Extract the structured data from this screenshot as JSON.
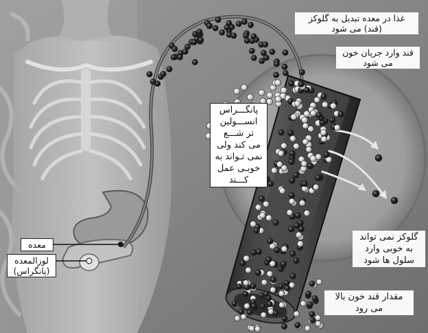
{
  "labels": {
    "stomach_to_glucose": "غذا در معده تبدیل به گلوکز\n(قند) می شود",
    "sugar_enters_blood": "قند وارد جریان خون\nمی شود",
    "pancreas_insulin": "پانگـــراس\nانســـولین\nتر شـــع\nمی کند ولی\nنمی تـواند به\nخوبـی عمل\nکـــند",
    "glucose_cannot_enter": "گلوکز نمی تواند\nبه خوبی وارد\nسلول ها شود",
    "blood_sugar_rises": "مقدار قند خون بالا\nمی رود",
    "stomach": "معده",
    "pancreas": "لوزالمعده\n(پانگراس)"
  },
  "colors": {
    "background": "#8d8d8d",
    "label_bg": "#ffffff",
    "dark_glucose": "#1e1e1e",
    "light_glucose": "#dcdcdc",
    "vessel": "#3a3a3a"
  }
}
